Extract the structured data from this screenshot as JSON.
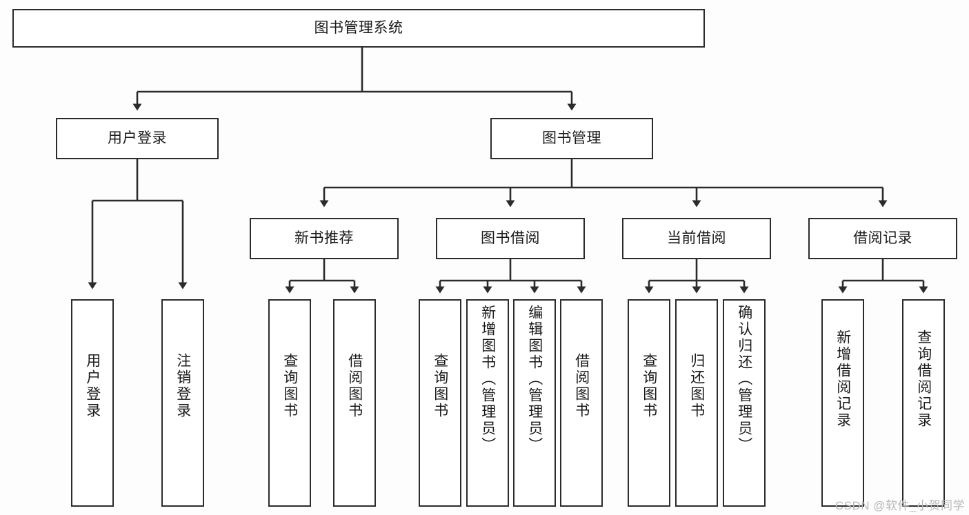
{
  "diagram": {
    "title": "图书管理系统",
    "type": "hierarchy-tree",
    "watermark": "CSDN @软件_小贺同学",
    "colors": {
      "stroke": "#2b2b2b",
      "box_fill": "#ffffff",
      "text": "#1a1a1a",
      "background": "#fdfdfd",
      "watermark": "#b9b9b9"
    },
    "nodes": {
      "root": {
        "label": "图书管理系统"
      },
      "level2": [
        {
          "id": "user-login",
          "label": "用户登录"
        },
        {
          "id": "book-manage",
          "label": "图书管理"
        }
      ],
      "level3": [
        {
          "id": "new-book-recommend",
          "label": "新书推荐"
        },
        {
          "id": "book-borrow",
          "label": "图书借阅"
        },
        {
          "id": "current-borrow",
          "label": "当前借阅"
        },
        {
          "id": "borrow-record",
          "label": "借阅记录"
        }
      ],
      "leaves": {
        "user_login": [
          {
            "id": "leaf-user-login",
            "label": "用户登录"
          },
          {
            "id": "leaf-logout-login",
            "label": "注销登录"
          }
        ],
        "new_book_recommend": [
          {
            "id": "leaf-query-book-1",
            "label": "查询图书"
          },
          {
            "id": "leaf-borrow-book-1",
            "label": "借阅图书"
          }
        ],
        "book_borrow": [
          {
            "id": "leaf-query-book-2",
            "label": "查询图书"
          },
          {
            "id": "leaf-add-book",
            "label": "新增图书（管理员）"
          },
          {
            "id": "leaf-edit-book",
            "label": "编辑图书（管理员）"
          },
          {
            "id": "leaf-borrow-book-2",
            "label": "借阅图书"
          }
        ],
        "current_borrow": [
          {
            "id": "leaf-query-book-3",
            "label": "查询图书"
          },
          {
            "id": "leaf-return-book",
            "label": "归还图书"
          },
          {
            "id": "leaf-confirm-return",
            "label": "确认归还（管理员）"
          }
        ],
        "borrow_record": [
          {
            "id": "leaf-add-record",
            "label": "新增借阅记录"
          },
          {
            "id": "leaf-query-record",
            "label": "查询借阅记录"
          }
        ]
      }
    }
  }
}
